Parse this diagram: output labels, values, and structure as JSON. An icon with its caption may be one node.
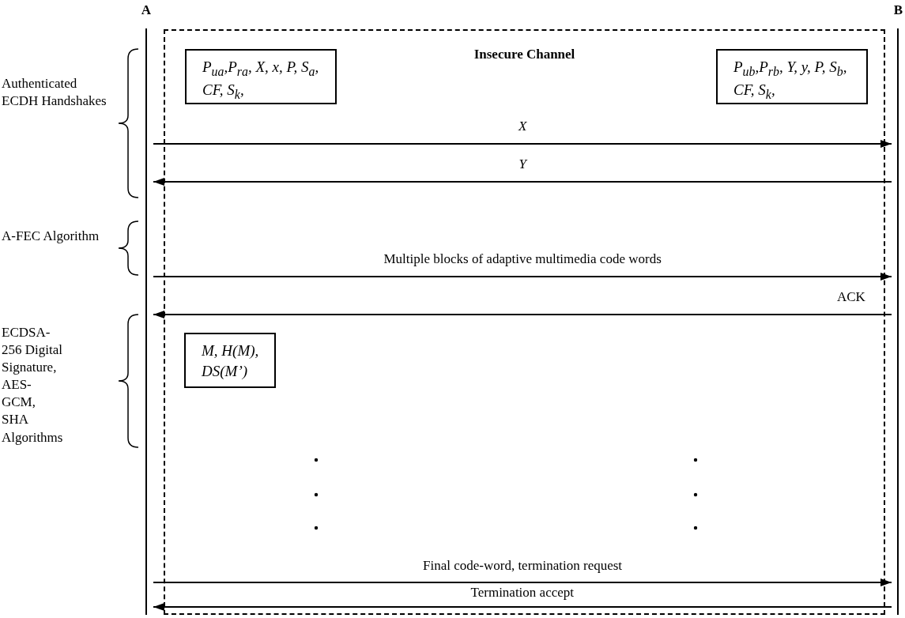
{
  "diagram": {
    "nodes": [
      {
        "text": [
          "A"
        ]
      },
      {
        "text": [
          "B"
        ]
      },
      {
        "text": [
          "Insecure Channel"
        ]
      },
      {
        "text": [
          "P$_{ua}$,P$_{ra}$, X, x, P, S$_{a}$, CF, S$_{k}$,"
        ],
        "in": 2
      },
      {
        "text": [
          "P$_{ub}$,P$_{rb}$, Y, y, P, S$_{b}$, CF, S$_{k}$,"
        ],
        "in": 2
      },
      {
        "text": [
          "M, H(M), DS(M’)"
        ],
        "in": 2
      }
    ],
    "edges": [
      {
        "from": 0,
        "to": 1,
        "arrow": "to",
        "label": "X"
      },
      {
        "from": 1,
        "to": 0,
        "arrow": "to",
        "label": "Y"
      },
      {
        "from": 0,
        "to": 1,
        "arrow": "to",
        "label": "Multiple blocks of adaptive multimedia code words"
      },
      {
        "from": 1,
        "to": 0,
        "arrow": "to",
        "label": "ACK"
      },
      {
        "from": 0,
        "to": 1,
        "arrow": "to",
        "label": "Final code-word, termination request"
      },
      {
        "from": 1,
        "to": 0,
        "arrow": "to",
        "label": "Termination accept"
      }
    ],
    "labels": [
      "Authenticated ECDH Handshakes",
      "A-FEC Algorithm",
      "ECDSA-256 Digital Signature, AES-GCM, SHA Algorithms"
    ]
  }
}
